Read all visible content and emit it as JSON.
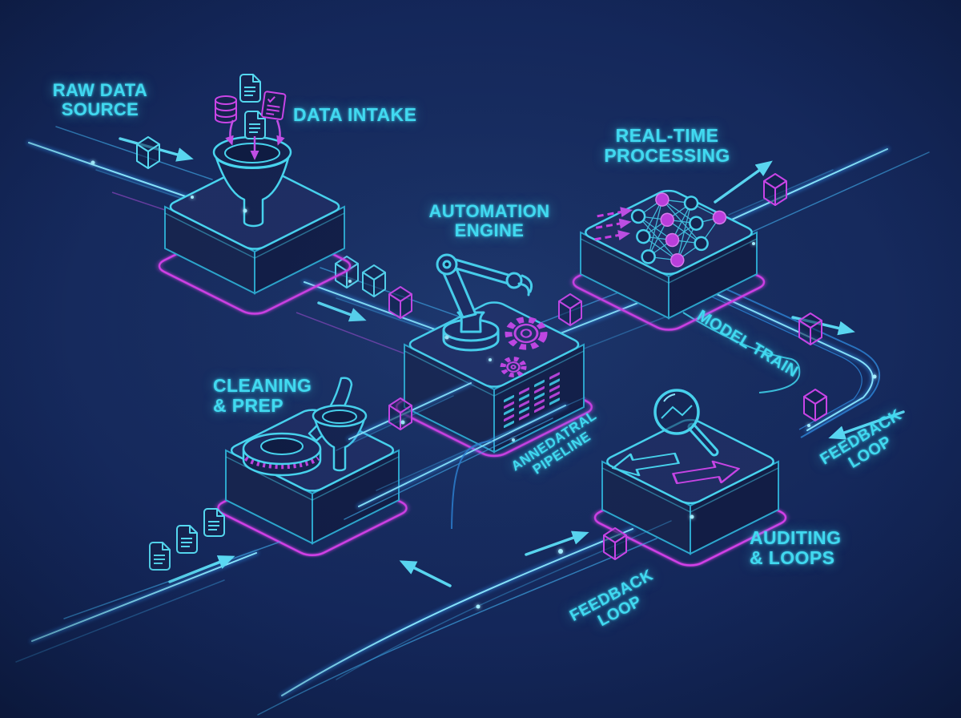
{
  "colors": {
    "background": "#14275a",
    "cyan_accent": "#49d8f2",
    "blue_stream": "#2f7fd4",
    "magenta_accent": "#cb45e8"
  },
  "labels": {
    "raw_data_source": "RAW DATA\nSOURCE",
    "data_intake": "DATA INTAKE",
    "automation_engine": "AUTOMATION\nENGINE",
    "real_time_processing": "REAL-TIME\nPROCESSING",
    "cleaning_prep": "CLEANING\n& PREP",
    "auditing_loops": "AUDITING\n& LOOPS",
    "model_train": "MODEL TRAIN",
    "feedback_loop_right": "FEEDBACK LOOP",
    "feedback_loop_bottom": "FEEDBACK LOOP",
    "pipeline_caption": "ANNEDATRAL PIPELINE"
  },
  "stations": [
    {
      "id": "data-intake",
      "label": "DATA INTAKE",
      "icon": "funnel-icon"
    },
    {
      "id": "automation-engine",
      "label": "AUTOMATION ENGINE",
      "icon": "robot-arm-icon"
    },
    {
      "id": "real-time-processing",
      "label": "REAL-TIME PROCESSING",
      "icon": "neural-network-icon"
    },
    {
      "id": "cleaning-prep",
      "label": "CLEANING & PREP",
      "icon": "scrubber-icon"
    },
    {
      "id": "auditing-loops",
      "label": "AUDITING & LOOPS",
      "icon": "magnifier-icon"
    }
  ],
  "icons": {
    "funnel": "funnel-icon",
    "document": "document-icon",
    "database": "database-icon",
    "checklist": "checklist-icon",
    "robot_arm": "robot-arm-icon",
    "gears": "gear-icon",
    "neural_network": "neural-network-icon",
    "magnifier": "magnifier-icon",
    "transfer_arrows": "transfer-arrows-icon",
    "scrubber": "scrubber-icon",
    "brush": "brush-icon",
    "data_cube": "data-cube-icon",
    "flow_arrow": "flow-arrow-icon"
  }
}
